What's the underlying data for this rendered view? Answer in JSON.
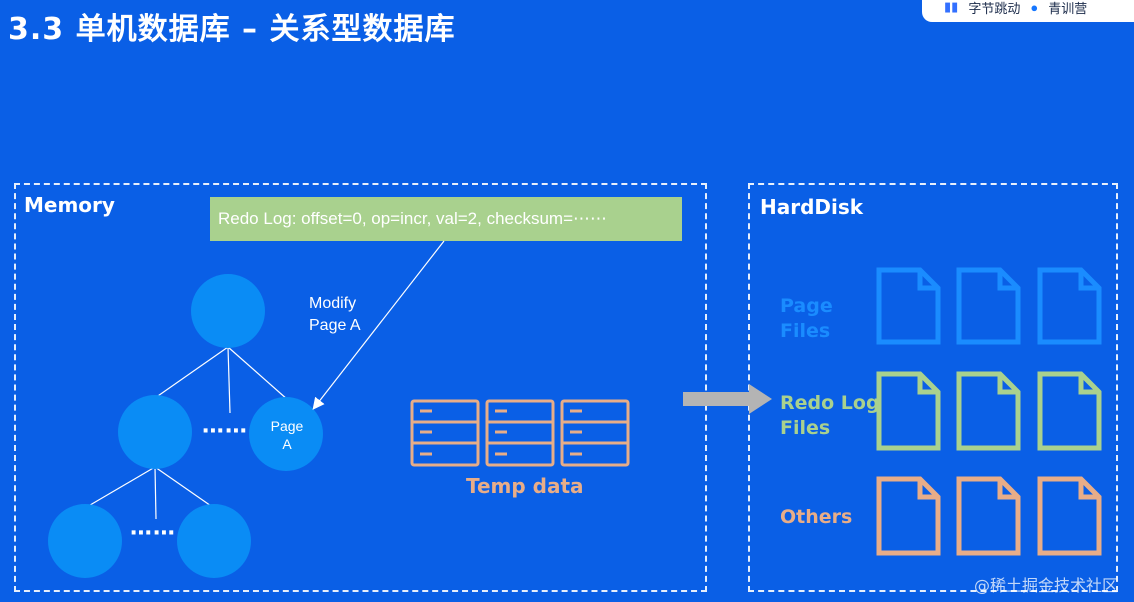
{
  "slide": {
    "title": "3.3 单机数据库 –  关系型数据库",
    "brand": {
      "left": "字节跳动",
      "right": "青训营"
    },
    "colors": {
      "background": "#0a5fe6",
      "node": "#0a8cf5",
      "green": "#a9d18e",
      "orange": "#e8ad88",
      "page_blue": "#1a8cff"
    }
  },
  "memory": {
    "label": "Memory",
    "redo_log_banner": "Redo Log: offset=0, op=incr, val=2, checksum=⋯⋯",
    "modify_label_line1": "Modify",
    "modify_label_line2": "Page A",
    "page_a_line1": "Page",
    "page_a_line2": "A",
    "ellipsis_1": "⋯⋯",
    "ellipsis_2": "⋯⋯",
    "temp_data_label": "Temp data"
  },
  "harddisk": {
    "label": "HardDisk",
    "rows": [
      {
        "line1": "Page",
        "line2": "Files",
        "color": "#1a8cff"
      },
      {
        "line1": "Redo Log",
        "line2": "Files",
        "color": "#a9d18e"
      },
      {
        "line1": "Others",
        "line2": "",
        "color": "#e8ad88"
      }
    ]
  },
  "footer": {
    "watermark": "@稀土掘金技术社区"
  }
}
